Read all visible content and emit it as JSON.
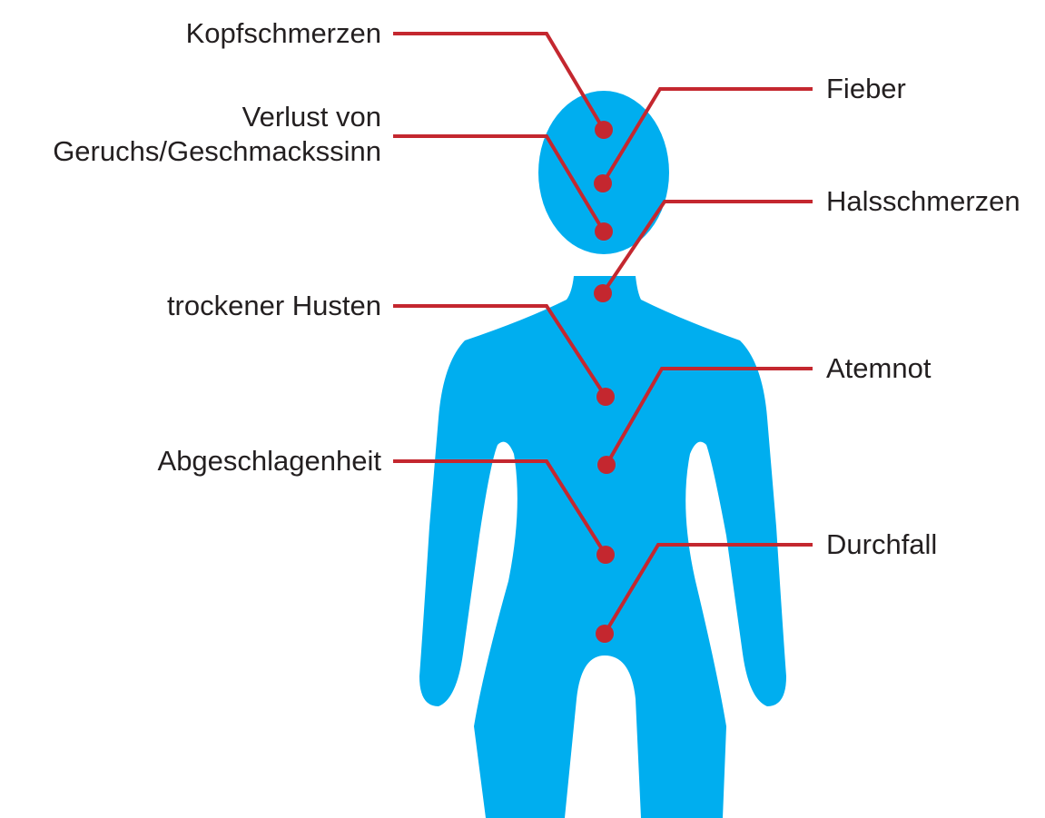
{
  "colors": {
    "body": "#00aeef",
    "connector": "#c4272f",
    "text": "#231f20",
    "background": "#ffffff"
  },
  "symptoms": [
    {
      "id": "kopfschmerzen",
      "lines": [
        "Kopfschmerzen"
      ]
    },
    {
      "id": "verlust-geruch",
      "lines": [
        "Verlust von",
        "Geruchs/Geschmackssinn"
      ]
    },
    {
      "id": "trockener-husten",
      "lines": [
        "trockener Husten"
      ]
    },
    {
      "id": "abgeschlagenheit",
      "lines": [
        "Abgeschlagenheit"
      ]
    },
    {
      "id": "fieber",
      "lines": [
        "Fieber"
      ]
    },
    {
      "id": "halsschmerzen",
      "lines": [
        "Halsschmerzen"
      ]
    },
    {
      "id": "atemnot",
      "lines": [
        "Atemnot"
      ]
    },
    {
      "id": "durchfall",
      "lines": [
        "Durchfall"
      ]
    }
  ]
}
